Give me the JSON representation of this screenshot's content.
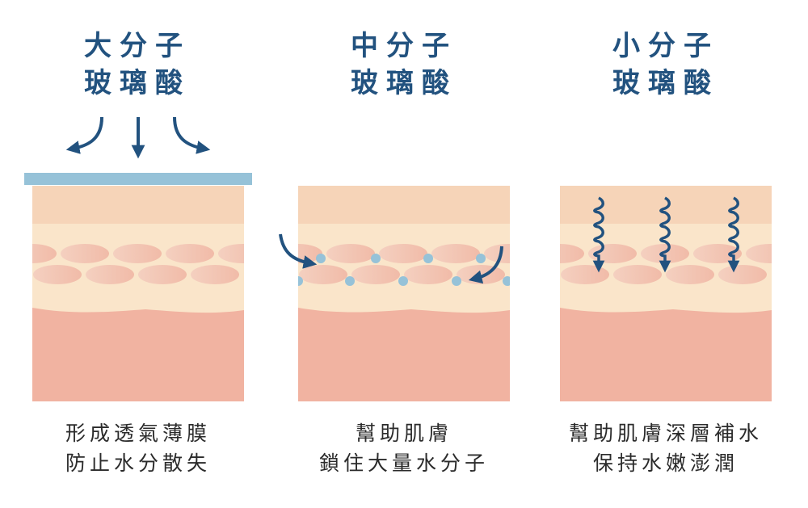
{
  "panels": [
    {
      "title_line1": "大分子",
      "title_line2": "玻璃酸",
      "caption_line1": "形成透氣薄膜",
      "caption_line2": "防止水分散失"
    },
    {
      "title_line1": "中分子",
      "title_line2": "玻璃酸",
      "caption_line1": "幫助肌膚",
      "caption_line2": "鎖住大量水分子"
    },
    {
      "title_line1": "小分子",
      "title_line2": "玻璃酸",
      "caption_line1": "幫助肌膚深層補水",
      "caption_line2": "保持水嫩澎潤"
    }
  ],
  "colors": {
    "title": "#22527f",
    "arrow": "#22527f",
    "film": "#96c2d8",
    "epidermis": "#f6d4b8",
    "dermis": "#fae5ca",
    "cells": "#f2bfae",
    "subcutis": "#f1b3a1",
    "molecule": "#96c2d8"
  }
}
